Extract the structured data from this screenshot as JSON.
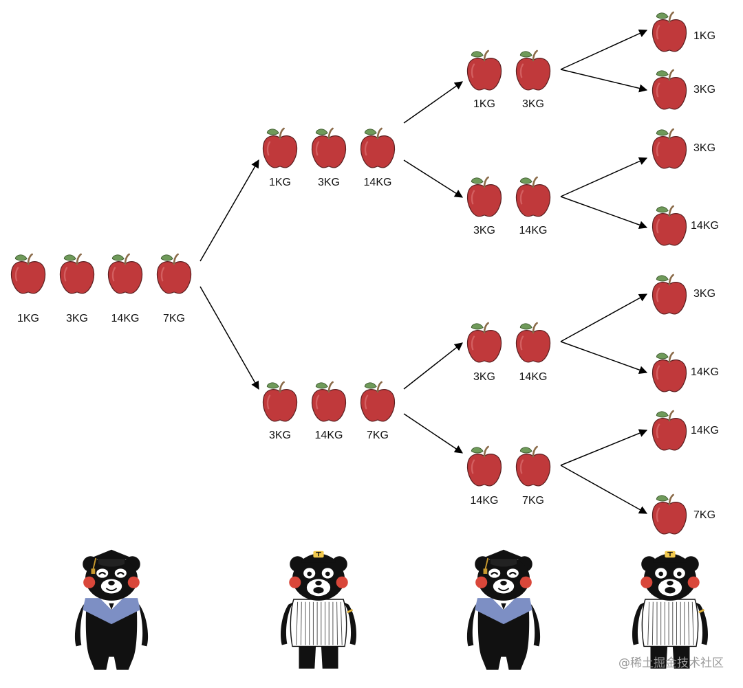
{
  "diagram": {
    "root": {
      "apples": [
        "1KG",
        "3KG",
        "14KG",
        "7KG"
      ]
    },
    "level1": [
      {
        "apples": [
          "1KG",
          "3KG",
          "14KG"
        ]
      },
      {
        "apples": [
          "3KG",
          "14KG",
          "7KG"
        ]
      }
    ],
    "level2": [
      {
        "apples": [
          "1KG",
          "3KG"
        ]
      },
      {
        "apples": [
          "3KG",
          "14KG"
        ]
      },
      {
        "apples": [
          "3KG",
          "14KG"
        ]
      },
      {
        "apples": [
          "14KG",
          "7KG"
        ]
      }
    ],
    "leaves": [
      {
        "label": "1KG"
      },
      {
        "label": "3KG"
      },
      {
        "label": "3KG"
      },
      {
        "label": "14KG"
      },
      {
        "label": "3KG"
      },
      {
        "label": "14KG"
      },
      {
        "label": "14KG"
      },
      {
        "label": "7KG"
      }
    ]
  },
  "mascots": [
    {
      "icon": "mascot-bear-graduate-icon"
    },
    {
      "icon": "mascot-bear-baseball-icon"
    },
    {
      "icon": "mascot-bear-graduate-icon"
    },
    {
      "icon": "mascot-bear-baseball-icon"
    }
  ],
  "watermark": "@稀土掘金技术社区",
  "colors": {
    "apple": "#c0393b",
    "apple_dark": "#9c2a2c",
    "leaf": "#6f9a5a",
    "stem": "#8a6a48",
    "cheek": "#d9473a",
    "scarf": "#7d8fc4"
  }
}
